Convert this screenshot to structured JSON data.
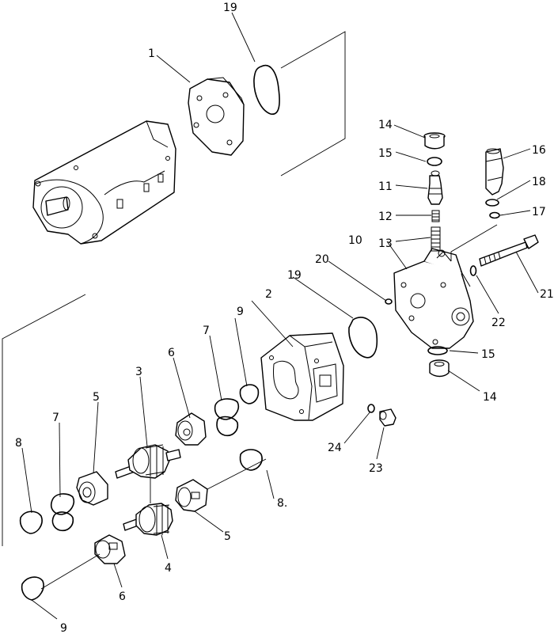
{
  "callouts": {
    "c1": "1",
    "c2": "2",
    "c3": "3",
    "c4": "4",
    "c5a": "5",
    "c5b": "5",
    "c6a": "6",
    "c6b": "6",
    "c7a": "7",
    "c7b": "7",
    "c8a": "8",
    "c8b": "8.",
    "c9a": "9",
    "c9b": "9",
    "c10": "10",
    "c11": "11",
    "c12": "12",
    "c13": "13",
    "c14a": "14",
    "c14b": "14",
    "c15a": "15",
    "c15b": "15",
    "c16": "16",
    "c17": "17",
    "c18": "18",
    "c19a": "19",
    "c19b": "19",
    "c20": "20",
    "c21": "21",
    "c22": "22",
    "c23": "23",
    "c24": "24"
  }
}
